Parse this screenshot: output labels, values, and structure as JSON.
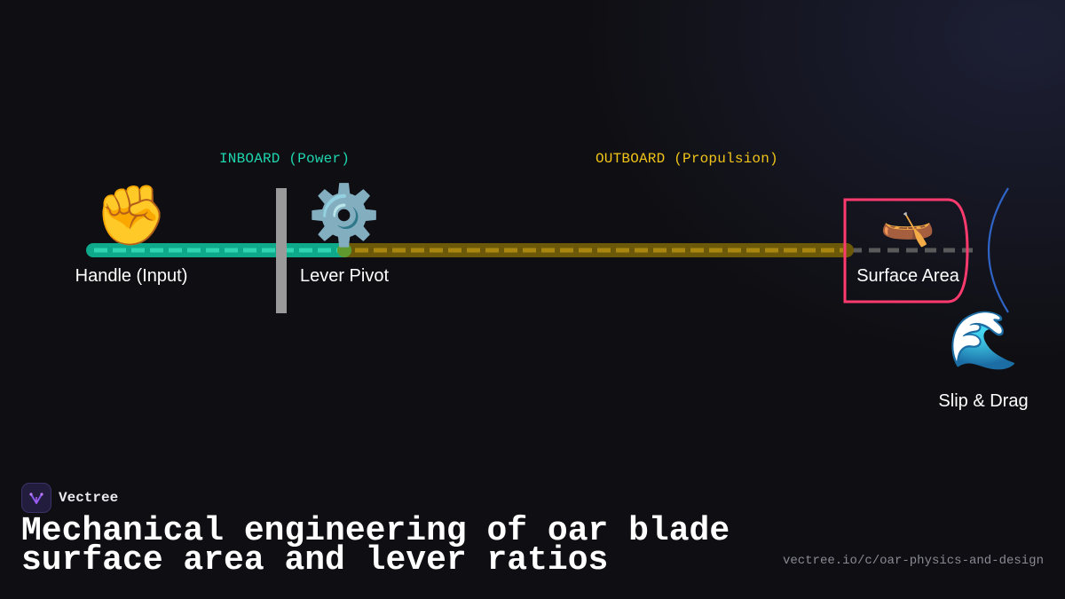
{
  "brand": {
    "name": "Vectree",
    "logo_icon": "vectree-logo-icon"
  },
  "title_lines": [
    "Mechanical engineering of oar blade",
    "surface area and lever ratios"
  ],
  "source_url": "vectree.io/c/oar-physics-and-design",
  "diagram": {
    "zones": {
      "inboard": "INBOARD (Power)",
      "outboard": "OUTBOARD (Propulsion)"
    },
    "nodes": {
      "handle": {
        "label": "Handle (Input)",
        "icon": "✊",
        "icon_name": "raised-fist-icon"
      },
      "pivot": {
        "label": "Lever Pivot",
        "icon": "⚙️",
        "icon_name": "gear-icon"
      },
      "blade": {
        "label": "Surface Area",
        "icon": "🛶",
        "icon_name": "canoe-icon"
      },
      "water": {
        "label": "Slip & Drag",
        "icon": "🌊",
        "icon_name": "water-wave-icon"
      }
    }
  },
  "colors": {
    "background": "#0f0f13",
    "inboard": "#1ed6b0",
    "outboard": "#f0c419",
    "blade_highlight": "#ff3a6e",
    "water_arc": "#2f63c4",
    "pivot_bar": "#9a9a9a",
    "text": "#ffffff"
  }
}
